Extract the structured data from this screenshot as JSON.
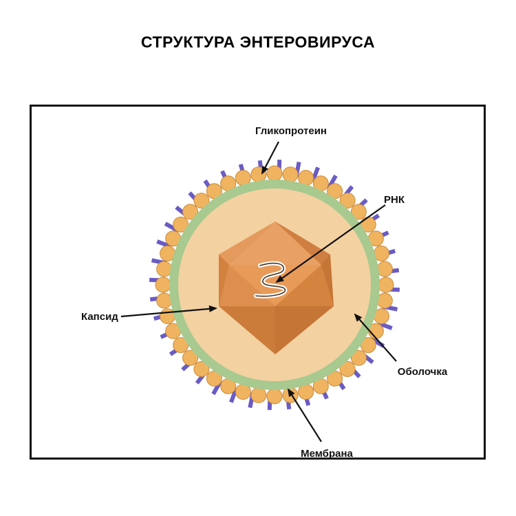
{
  "title": "СТРУКТУРА ЭНТЕРОВИРУСА",
  "labels": {
    "glycoprotein": "Гликопротеин",
    "rna": "РНК",
    "capsid": "Капсид",
    "envelope": "Оболочка",
    "membrane": "Мембрана"
  },
  "colors": {
    "spike": "#6a5bc4",
    "bead": "#f0b460",
    "bead_stroke": "#c98a3a",
    "membrane_ring": "#a8c98f",
    "interior": "#f3d1a1",
    "capsid_light": "#e89a58",
    "capsid_mid": "#d98a4c",
    "capsid_dark": "#c87838",
    "arrow": "#111111"
  }
}
